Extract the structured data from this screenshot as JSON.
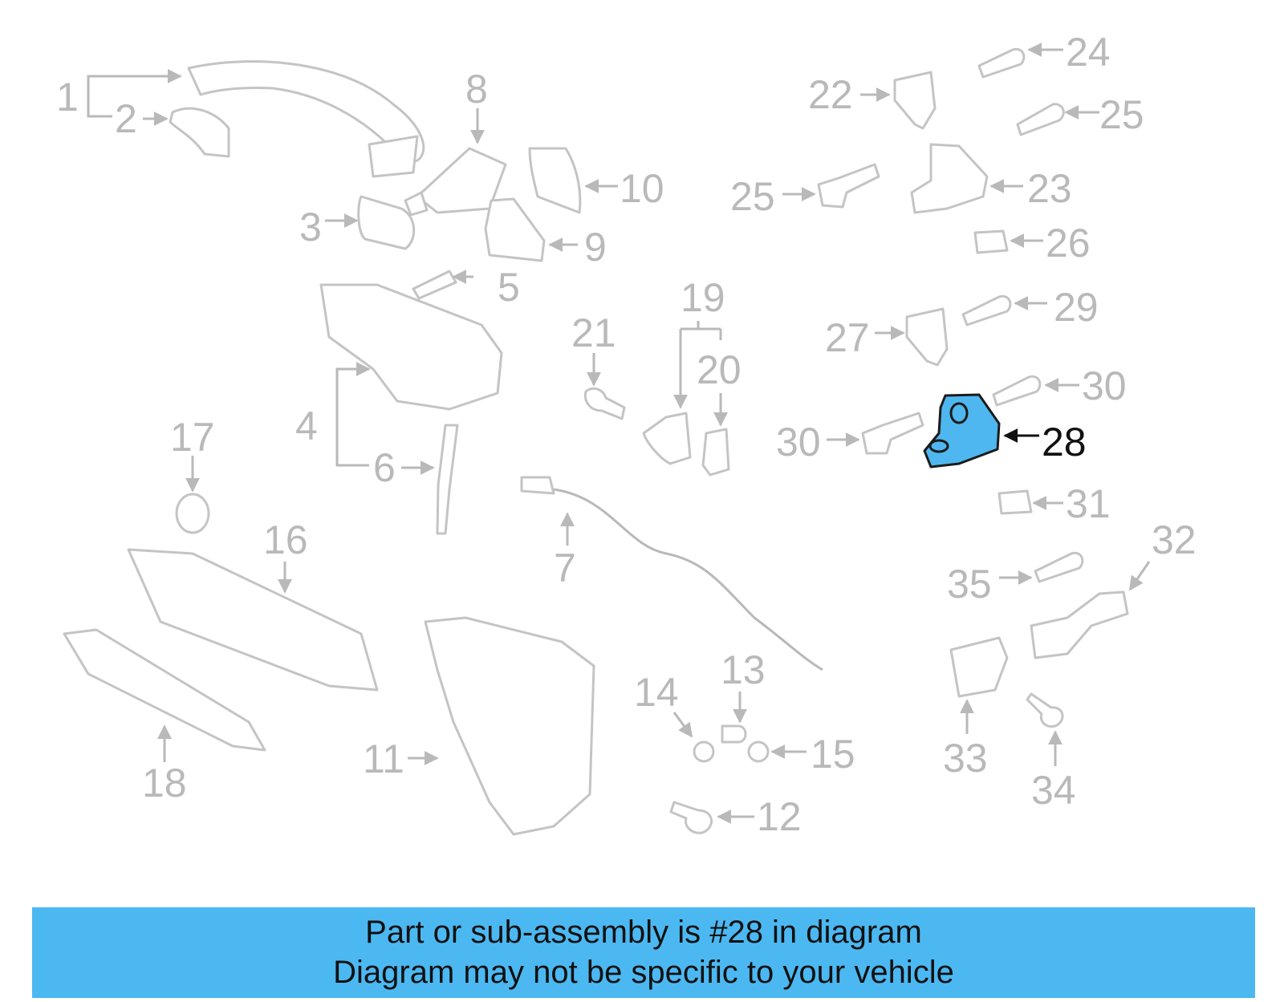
{
  "diagram": {
    "highlight_color": "#4fb7ef",
    "highlighted_part": "28",
    "callouts": [
      "1",
      "2",
      "3",
      "4",
      "5",
      "6",
      "7",
      "8",
      "9",
      "10",
      "11",
      "12",
      "13",
      "14",
      "15",
      "16",
      "17",
      "18",
      "19",
      "20",
      "21",
      "22",
      "23",
      "24",
      "25",
      "26",
      "27",
      "28",
      "29",
      "30",
      "31",
      "32",
      "33",
      "34",
      "35"
    ]
  },
  "footer": {
    "background": "#4cb8f2",
    "line1": "Part or sub-assembly is #28 in diagram",
    "line2": "Diagram may not be specific to your vehicle"
  }
}
